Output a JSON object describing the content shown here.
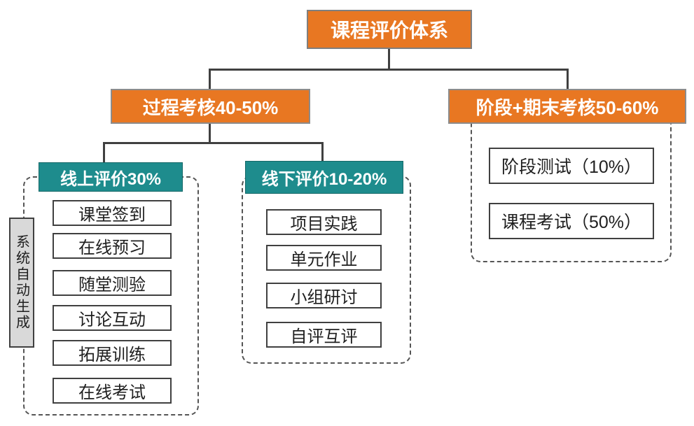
{
  "title": "课程评价体系",
  "palette": {
    "orange": "#E87722",
    "teal": "#1E8C8D",
    "connector": "#404040",
    "box_border": "#404040",
    "dashed_border": "#555555",
    "gray_fill": "#D9D9D9",
    "header_text": "#FFFFFF",
    "item_text": "#1F1F1F"
  },
  "root": {
    "label": "课程评价体系"
  },
  "branches": {
    "process": {
      "label": "过程考核40-50%"
    },
    "final": {
      "label": "阶段+期末考核50-60%"
    }
  },
  "groups": {
    "online": {
      "header": "线上评价30%",
      "side_label": "系统自动生成",
      "items": [
        "课堂签到",
        "在线预习",
        "随堂测验",
        "讨论互动",
        "拓展训练",
        "在线考试"
      ]
    },
    "offline": {
      "header": "线下评价10-20%",
      "items": [
        "项目实践",
        "单元作业",
        "小组研讨",
        "自评互评"
      ]
    },
    "exam": {
      "items": [
        "阶段测试（10%）",
        "课程考试（50%）"
      ]
    }
  }
}
